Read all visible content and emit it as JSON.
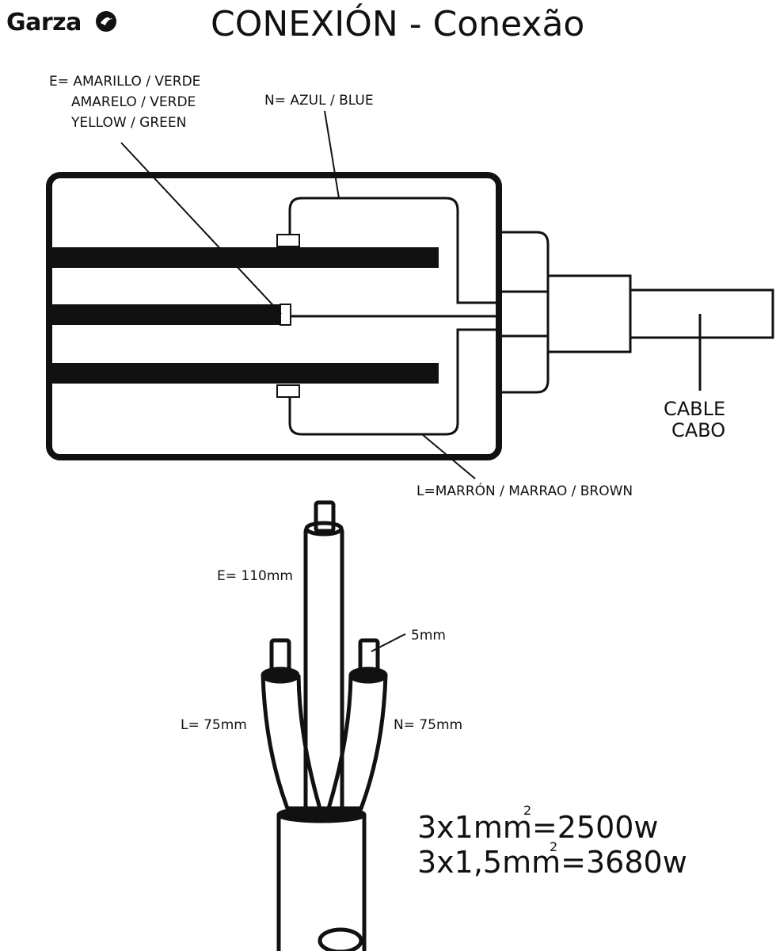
{
  "header": {
    "brand": "Garza",
    "title": "CONEXIÓN - Conexão"
  },
  "labels": {
    "earth": [
      "E= AMARILLO / VERDE",
      "AMARELO / VERDE",
      "YELLOW / GREEN"
    ],
    "neutral": "N= AZUL / BLUE",
    "live": "L=MARRÓN / MARRAO / BROWN",
    "cable": [
      "CABLE",
      "CABO"
    ]
  },
  "stripping": {
    "earth_length": "E= 110mm",
    "live_length": "L= 75mm",
    "neutral_length": "N= 75mm",
    "strip_length": "5mm"
  },
  "ratings": {
    "line1_prefix": "3x1mm",
    "line1_suffix": "=2500w",
    "line2_prefix": "3x1,5mm",
    "line2_suffix": "=3680w",
    "superscript": "2"
  }
}
